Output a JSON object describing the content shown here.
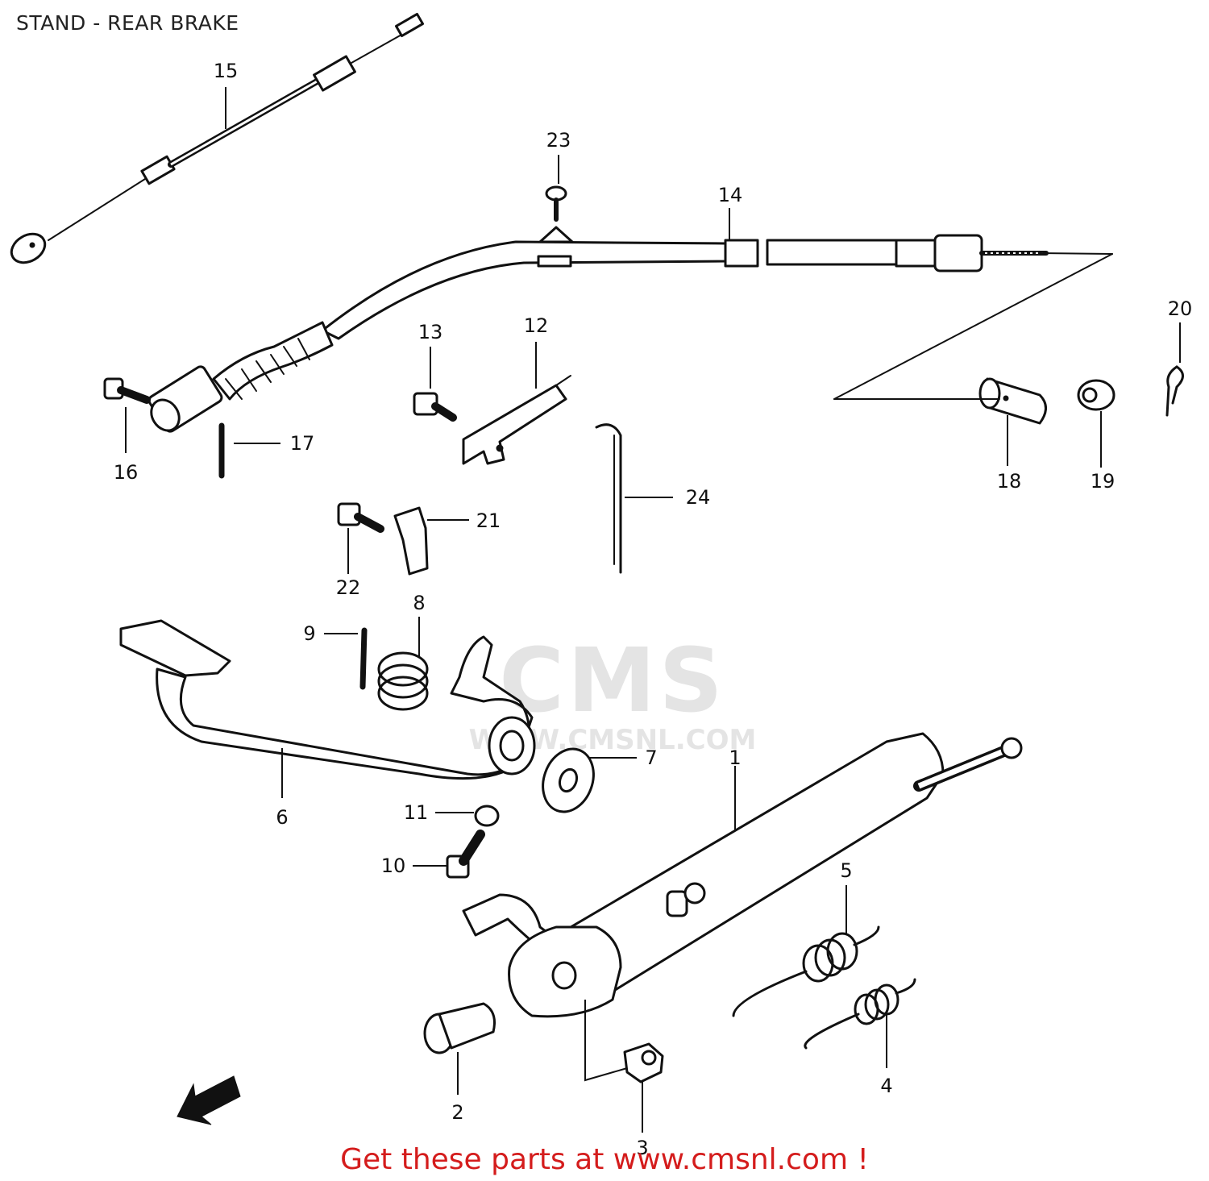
{
  "header": {
    "title": "STAND - REAR BRAKE"
  },
  "watermark": {
    "logo": "CMS",
    "url": "WWW.CMSNL.COM"
  },
  "footer": {
    "text": "Get these parts at www.cmsnl.com !"
  },
  "callouts": {
    "c1": "1",
    "c2": "2",
    "c3": "3",
    "c4": "4",
    "c5": "5",
    "c6": "6",
    "c7": "7",
    "c8": "8",
    "c9": "9",
    "c10": "10",
    "c11": "11",
    "c12": "12",
    "c13": "13",
    "c14": "14",
    "c15": "15",
    "c16": "16",
    "c17": "17",
    "c18": "18",
    "c19": "19",
    "c20": "20",
    "c21": "21",
    "c22": "22",
    "c23": "23",
    "c24": "24"
  },
  "colors": {
    "ink": "#111111",
    "footer": "#d41c1c",
    "watermark": "#e4e4e4"
  }
}
